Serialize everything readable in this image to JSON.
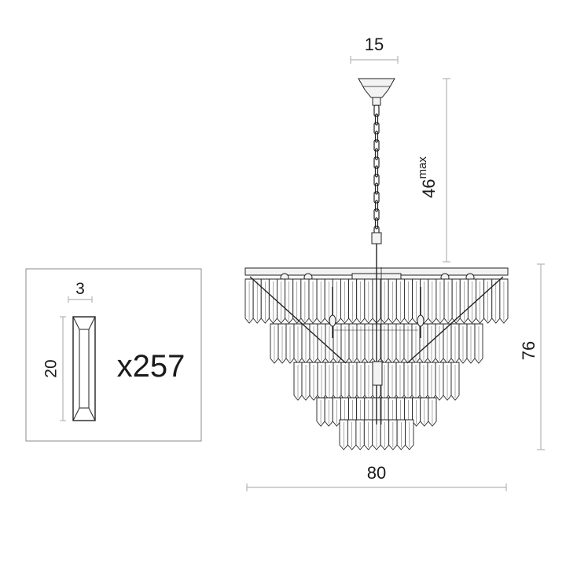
{
  "dimensions": {
    "canopy_width": "15",
    "max_drop": "46",
    "max_drop_suffix": "max",
    "total_height": "76",
    "total_width": "80"
  },
  "crystal_detail": {
    "width": "3",
    "height": "20",
    "quantity": "x257"
  },
  "colors": {
    "line": "#222222",
    "dimension_line": "#b5b5b5",
    "background": "#ffffff"
  }
}
